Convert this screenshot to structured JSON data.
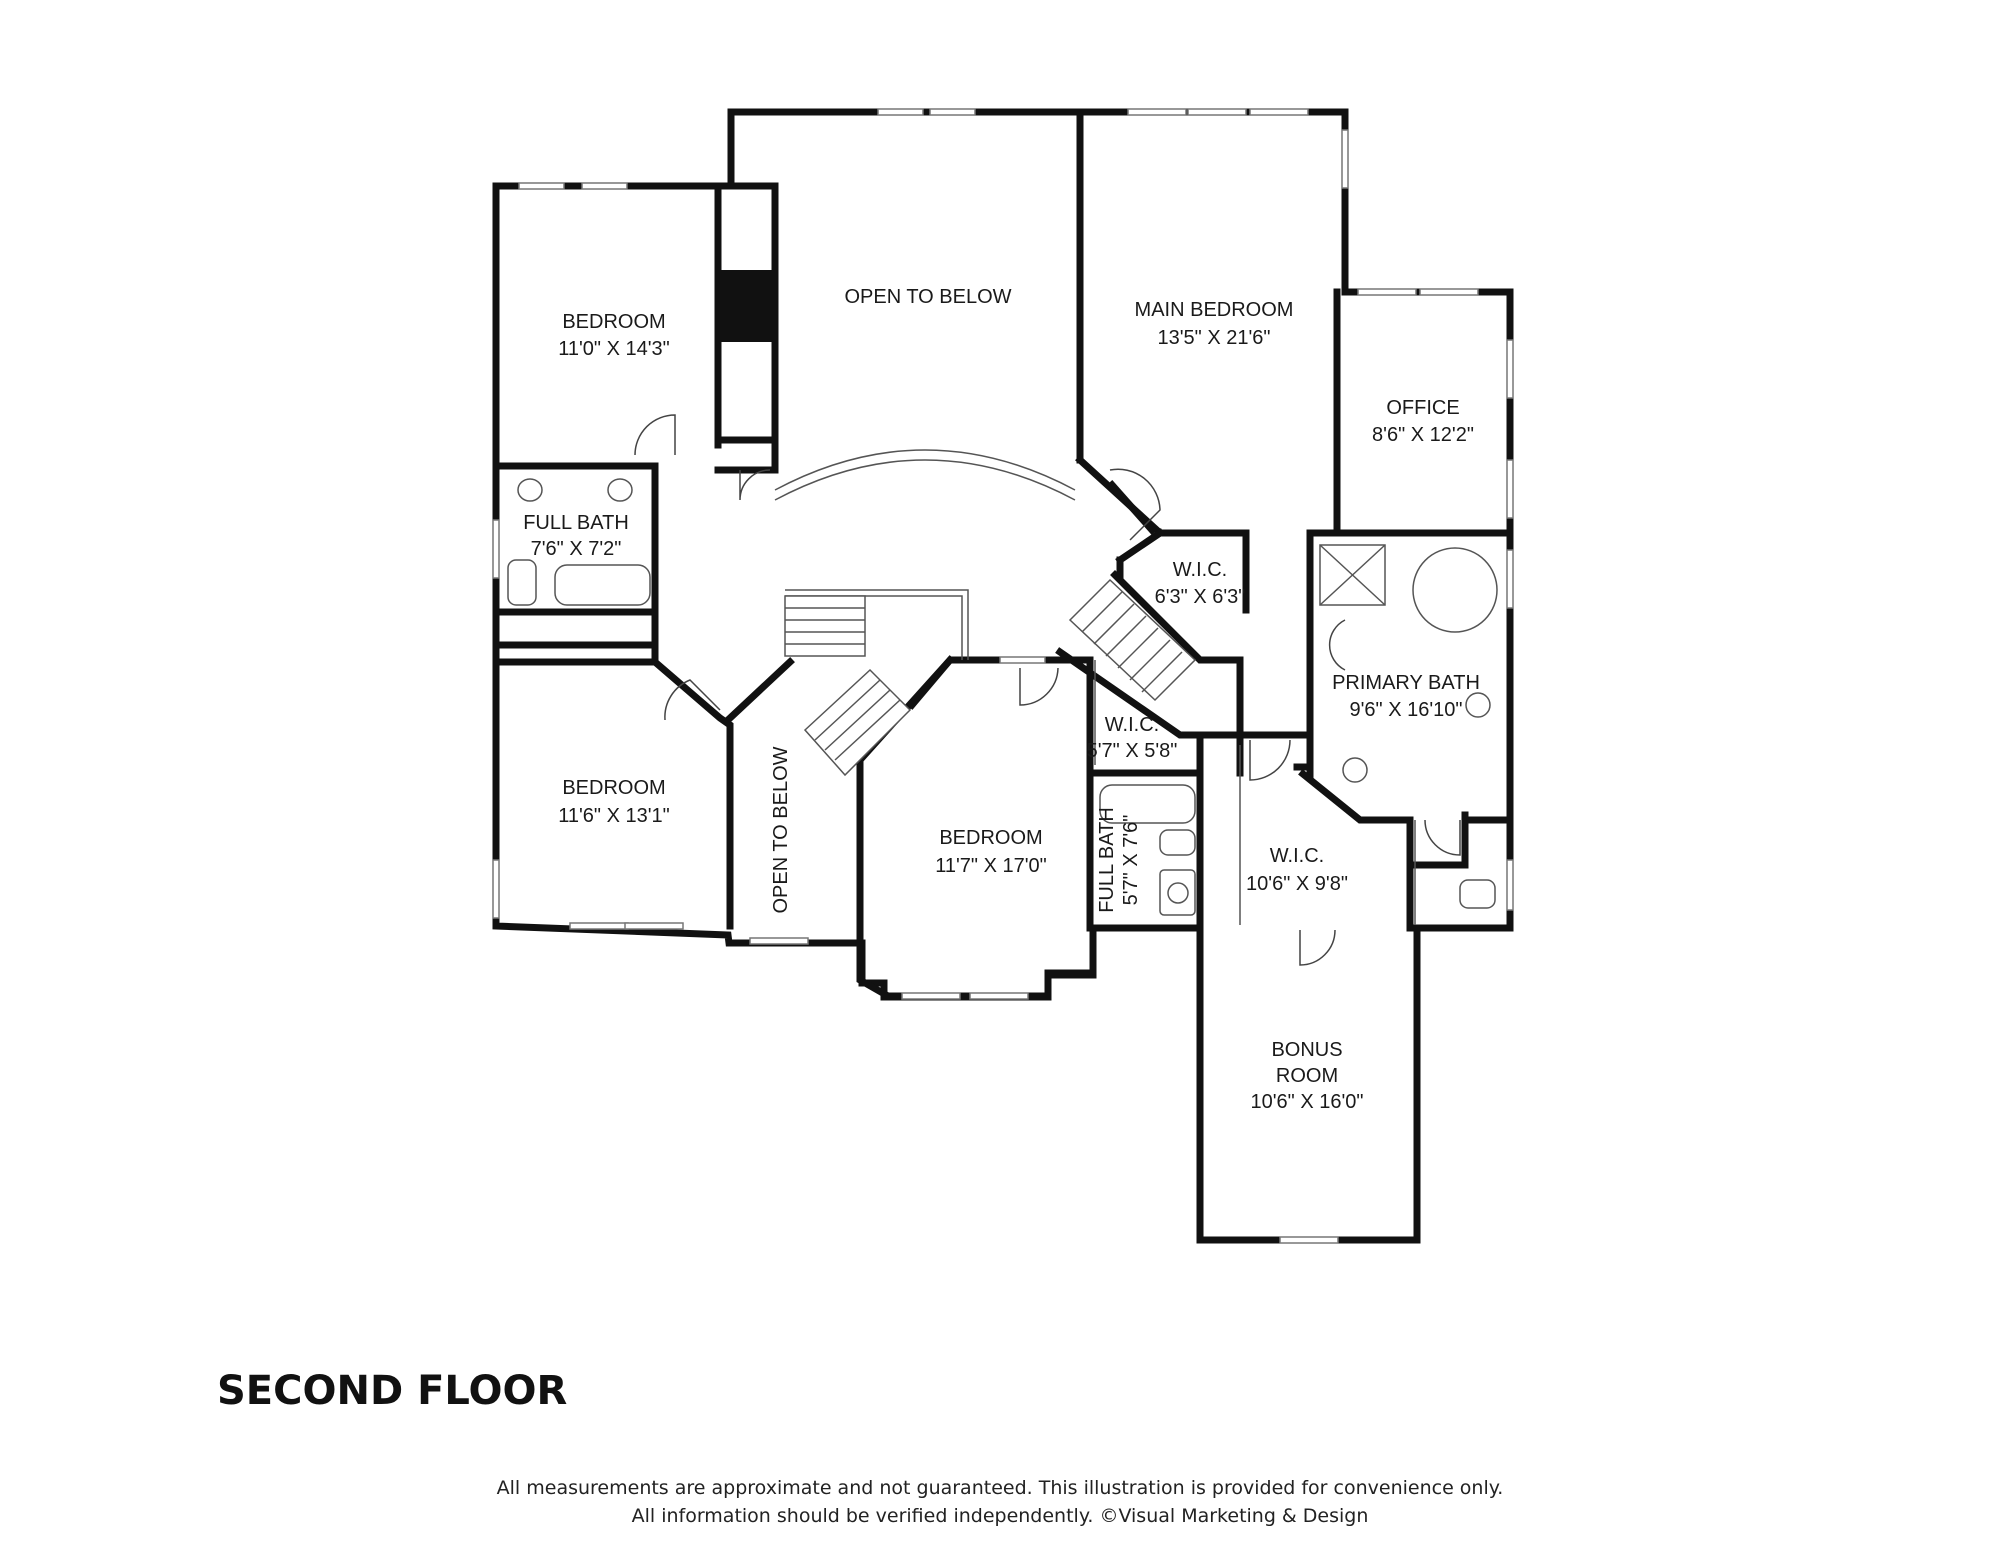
{
  "floor_title": "SECOND FLOOR",
  "disclaimer": {
    "line1": "All measurements are approximate and not guaranteed. This illustration is provided for convenience only.",
    "line2": "All information should be verified independently. ©Visual Marketing & Design"
  },
  "rooms": {
    "bedroom_nw": {
      "name": "BEDROOM",
      "size": "11'0\" X 14'3\""
    },
    "open_to_below_top": {
      "name": "OPEN TO BELOW"
    },
    "main_bedroom": {
      "name": "MAIN BEDROOM",
      "size": "13'5\" X 21'6\""
    },
    "office": {
      "name": "OFFICE",
      "size": "8'6\" X 12'2\""
    },
    "full_bath_west": {
      "name": "FULL BATH",
      "size": "7'6\" X 7'2\""
    },
    "wic_upper": {
      "name": "W.I.C.",
      "size": "6'3\" X 6'3\""
    },
    "primary_bath": {
      "name": "PRIMARY BATH",
      "size": "9'6\" X 16'10\""
    },
    "bedroom_sw": {
      "name": "BEDROOM",
      "size": "11'6\" X 13'1\""
    },
    "open_to_below_side": {
      "name": "OPEN TO BELOW"
    },
    "bedroom_south": {
      "name": "BEDROOM",
      "size": "11'7\" X 17'0\""
    },
    "wic_small": {
      "name": "W.I.C.",
      "size": "5'7\" X 5'8\""
    },
    "full_bath_center": {
      "name": "FULL BATH",
      "size": "5'7\" X 7'6\""
    },
    "wic_large": {
      "name": "W.I.C.",
      "size": "10'6\" X 9'8\""
    },
    "bonus_room": {
      "name": "BONUS",
      "name2": "ROOM",
      "size": "10'6\" X 16'0\""
    }
  }
}
